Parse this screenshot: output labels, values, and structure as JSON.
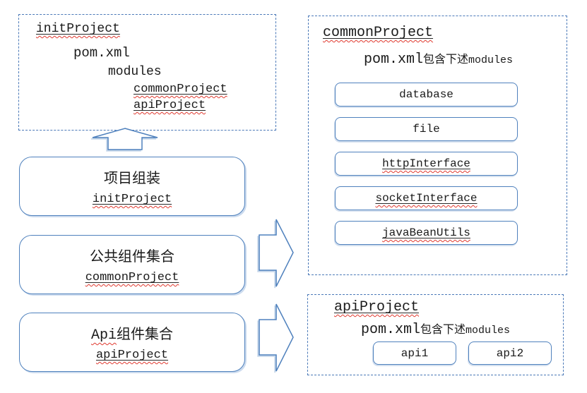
{
  "init_overview": {
    "title": "initProject",
    "line_pom": "pom.xml",
    "line_modules": "modules",
    "line_common": "commonProject",
    "line_api": "apiProject"
  },
  "flow": {
    "box1": {
      "zh": "项目组装",
      "en": "initProject"
    },
    "box2": {
      "zh": "公共组件集合",
      "en": "commonProject"
    },
    "box3": {
      "zh_prefix": "Api",
      "zh_rest": "组件集合",
      "en": "apiProject"
    }
  },
  "common_panel": {
    "title": "commonProject",
    "subtitle_pom": "pom.xml",
    "subtitle_zh": "包含下述",
    "subtitle_en": "modules",
    "modules": [
      "database",
      "file",
      "httpInterface",
      "socketInterface",
      "javaBeanUtils"
    ]
  },
  "api_panel": {
    "title": "apiProject",
    "subtitle_pom": "pom.xml",
    "subtitle_zh": "包含下述",
    "subtitle_en": "modules",
    "modules": [
      "api1",
      "api2"
    ]
  },
  "colors": {
    "accent": "#4f81bd",
    "dash_border": "#4b79b8",
    "shadow": "#ccdbee",
    "squiggle_red": "#e03a30",
    "text": "#1a1a1a"
  }
}
